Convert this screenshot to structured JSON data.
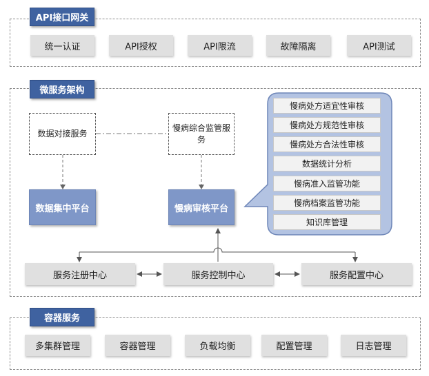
{
  "api_gateway": {
    "title": "API接口网关",
    "items": [
      "统一认证",
      "API授权",
      "API限流",
      "故障隔离",
      "API测试"
    ]
  },
  "microservice": {
    "title": "微服务架构",
    "data_service": "数据对接服务",
    "monitor_service": "慢病综合监管服务",
    "data_platform": "数据集中平台",
    "audit_platform": "慢病审核平台",
    "callout_items": [
      "慢病处方适宜性审核",
      "慢病处方规范性审核",
      "慢病处方合法性审核",
      "数据统计分析",
      "慢病准入监管功能",
      "慢病档案监管功能",
      "知识库管理"
    ],
    "registry": "服务注册中心",
    "control": "服务控制中心",
    "config": "服务配置中心"
  },
  "container": {
    "title": "容器服务",
    "items": [
      "多集群管理",
      "容器管理",
      "负载均衡",
      "配置管理",
      "日志管理"
    ]
  },
  "colors": {
    "label_blue": "#3f62a0",
    "platform_blue": "#7f97c8",
    "callout_fill": "#b3c3e2",
    "box_gray": "#e0e0e0"
  }
}
